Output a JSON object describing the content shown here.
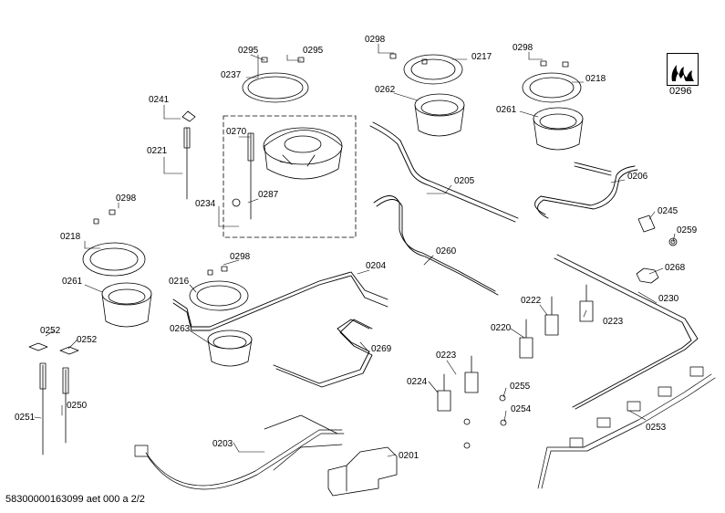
{
  "diagram": {
    "footer_text": "58300000163099 aet 000 a 2/2",
    "symbol_label": "0296",
    "callouts": [
      {
        "id": "c0295a",
        "text": "0295"
      },
      {
        "id": "c0295b",
        "text": "0295"
      },
      {
        "id": "c0237",
        "text": "0237"
      },
      {
        "id": "c0241",
        "text": "0241"
      },
      {
        "id": "c0221",
        "text": "0221"
      },
      {
        "id": "c0270",
        "text": "0270"
      },
      {
        "id": "c0287",
        "text": "0287"
      },
      {
        "id": "c0234",
        "text": "0234"
      },
      {
        "id": "c0298a",
        "text": "0298"
      },
      {
        "id": "c0217",
        "text": "0217"
      },
      {
        "id": "c0262",
        "text": "0262"
      },
      {
        "id": "c0298b",
        "text": "0298"
      },
      {
        "id": "c0218a",
        "text": "0218"
      },
      {
        "id": "c0261a",
        "text": "0261"
      },
      {
        "id": "c0206",
        "text": "0206"
      },
      {
        "id": "c0205",
        "text": "0205"
      },
      {
        "id": "c0298c",
        "text": "0298"
      },
      {
        "id": "c0218b",
        "text": "0218"
      },
      {
        "id": "c0261b",
        "text": "0261"
      },
      {
        "id": "c0298d",
        "text": "0298"
      },
      {
        "id": "c0216",
        "text": "0216"
      },
      {
        "id": "c0263",
        "text": "0263"
      },
      {
        "id": "c0204",
        "text": "0204"
      },
      {
        "id": "c0269",
        "text": "0269"
      },
      {
        "id": "c0260",
        "text": "0260"
      },
      {
        "id": "c0245",
        "text": "0245"
      },
      {
        "id": "c0259",
        "text": "0259"
      },
      {
        "id": "c0268",
        "text": "0268"
      },
      {
        "id": "c0230",
        "text": "0230"
      },
      {
        "id": "c0222",
        "text": "0222"
      },
      {
        "id": "c0223a",
        "text": "0223"
      },
      {
        "id": "c0220",
        "text": "0220"
      },
      {
        "id": "c0223b",
        "text": "0223"
      },
      {
        "id": "c0224",
        "text": "0224"
      },
      {
        "id": "c0255",
        "text": "0255"
      },
      {
        "id": "c0254",
        "text": "0254"
      },
      {
        "id": "c0253",
        "text": "0253"
      },
      {
        "id": "c0252a",
        "text": "0252"
      },
      {
        "id": "c0252b",
        "text": "0252"
      },
      {
        "id": "c0250",
        "text": "0250"
      },
      {
        "id": "c0251",
        "text": "0251"
      },
      {
        "id": "c0203",
        "text": "0203"
      },
      {
        "id": "c0201",
        "text": "0201"
      }
    ]
  }
}
